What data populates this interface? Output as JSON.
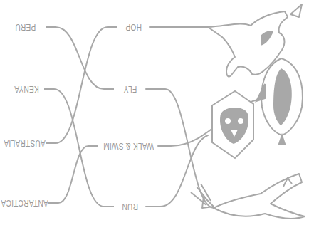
{
  "diagram": {
    "nodes": [
      {
        "text": [
          "PERU"
        ]
      },
      {
        "text": [
          "KENYA"
        ]
      },
      {
        "text": [
          "AUSTRALIA"
        ]
      },
      {
        "text": [
          "ANTARCTICA"
        ]
      },
      {
        "text": [
          "HOP"
        ]
      },
      {
        "text": [
          "FLY"
        ]
      },
      {
        "text": [
          "WALK & SWIM"
        ]
      },
      {
        "text": [
          "RUN"
        ]
      }
    ],
    "edges": [
      {
        "from": 0,
        "to": 5,
        "arrow": "none"
      },
      {
        "from": 1,
        "to": 7,
        "arrow": "none"
      },
      {
        "from": 2,
        "to": 4,
        "arrow": "none"
      },
      {
        "from": 3,
        "to": 6,
        "arrow": "none"
      }
    ]
  }
}
